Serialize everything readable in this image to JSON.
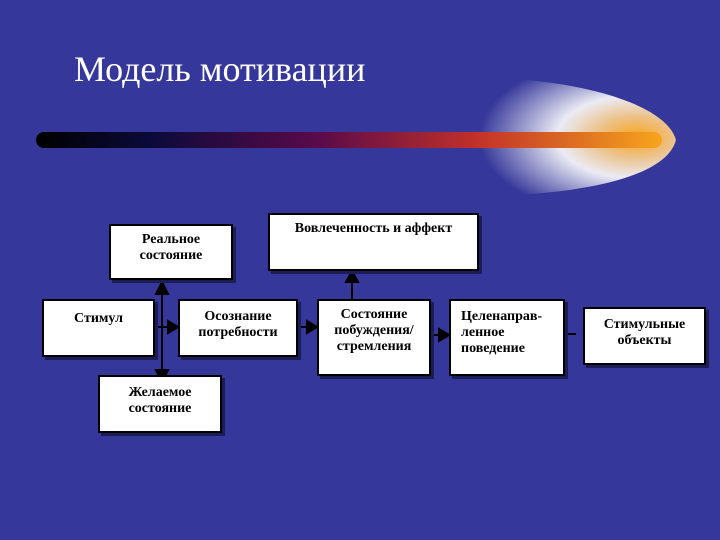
{
  "slide": {
    "title": "Модель мотивации"
  },
  "diagram": {
    "nodes": {
      "real_state": "Реальное\nсостояние",
      "involvement": "Вовлеченность и аффект",
      "stimulus": "Стимул",
      "need_awareness": "Осознание\nпотребности",
      "drive_state": "Состояние\nпобуждения/\nстремления",
      "goal_behavior": "Целенаправ-\nленное\nповедение",
      "stimulus_objects": "Стимульные\nобъекты",
      "desired_state": "Желаемое\nсостояние"
    }
  },
  "colors": {
    "background": "#35379a",
    "box_fill": "#ffffff",
    "box_border": "#000000",
    "title_text": "#ffffff",
    "accent_orange": "#f7a51c"
  }
}
